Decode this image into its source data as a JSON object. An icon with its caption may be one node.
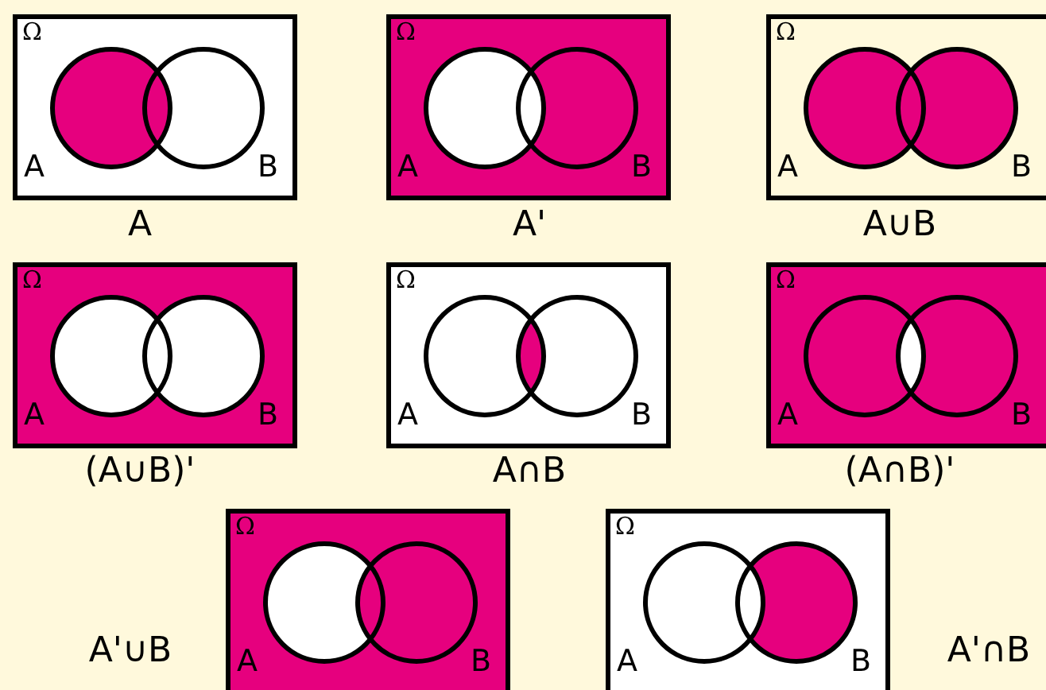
{
  "diagram": {
    "nodes": [
      {
        "text": [
          "Ω",
          "A",
          "B"
        ],
        "beside": [
          "A"
        ]
      },
      {
        "text": [
          "Ω",
          "A",
          "B"
        ],
        "beside": [
          "A'"
        ]
      },
      {
        "text": [
          "Ω",
          "A",
          "B"
        ],
        "beside": [
          "A∪B"
        ]
      },
      {
        "text": [
          "Ω",
          "A",
          "B"
        ],
        "beside": [
          "(A∪B)'"
        ]
      },
      {
        "text": [
          "Ω",
          "A",
          "B"
        ],
        "beside": [
          "A∩B"
        ]
      },
      {
        "text": [
          "Ω",
          "A",
          "B"
        ],
        "beside": [
          "(A∩B)'"
        ]
      },
      {
        "text": [
          "Ω",
          "A",
          "B"
        ],
        "beside": [
          "A'∪B"
        ]
      },
      {
        "text": [
          "Ω",
          "A",
          "B"
        ],
        "beside": [
          "A'∩B"
        ]
      }
    ]
  }
}
